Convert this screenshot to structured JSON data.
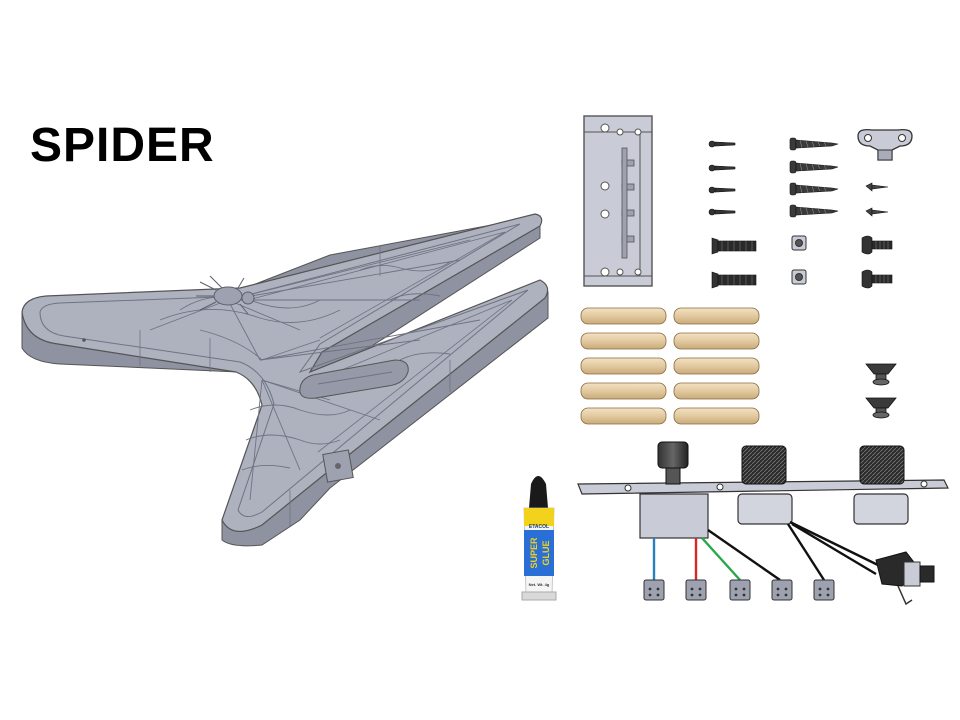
{
  "title": "SPIDER",
  "glue": {
    "brand": "ETACOL",
    "line1": "SUPER",
    "line2": "GLUE",
    "net": "Net. Wt. 4g"
  },
  "colors": {
    "body": "#a9adba",
    "body_dark": "#7d8190",
    "body_light": "#c3c7d3",
    "metal": "#c9cbd6",
    "dowel": "#e2c9a0",
    "wire_blue": "#2a7fc0",
    "wire_red": "#d42a2a",
    "wire_green": "#27a848",
    "wire_black": "#111111",
    "glue_yellow": "#f3d21c",
    "glue_blue": "#2a6fd6"
  }
}
